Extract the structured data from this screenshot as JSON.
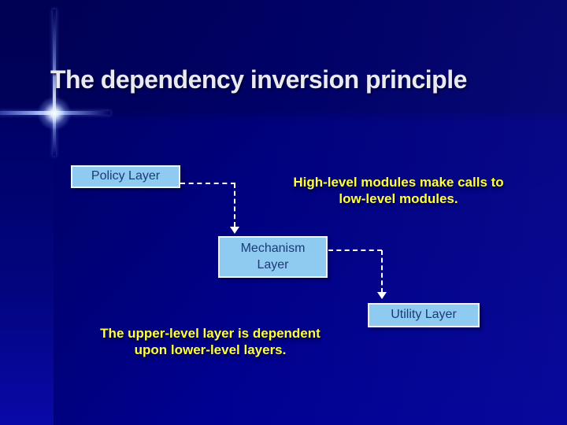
{
  "slide": {
    "title": "The dependency inversion principle",
    "diagram": {
      "boxes": {
        "policy": {
          "label": "Policy Layer"
        },
        "mechanism": {
          "line1": "Mechanism",
          "line2": "Layer"
        },
        "utility": {
          "label": "Utility Layer"
        }
      },
      "connectors": [
        {
          "from": "policy",
          "to": "mechanism",
          "style": "dashed-elbow-down-arrow"
        },
        {
          "from": "mechanism",
          "to": "utility",
          "style": "dashed-elbow-down-arrow"
        }
      ]
    },
    "annotations": {
      "high_level": {
        "line1": "High-level modules make calls to",
        "line2": "low-level modules."
      },
      "upper_level": {
        "line1": "The upper-level layer is dependent",
        "line2": "upon lower-level layers."
      }
    },
    "colors": {
      "background_top": "#000163",
      "background_bottom": "#000192",
      "left_rail_bottom": "#0909a8",
      "title_text": "#e9e9f2",
      "annotation_text": "#ffff3f",
      "box_fill": "#8fcbf1",
      "box_border": "#eef3f9",
      "box_text": "#1d3a78",
      "connector": "#ffffff"
    }
  }
}
